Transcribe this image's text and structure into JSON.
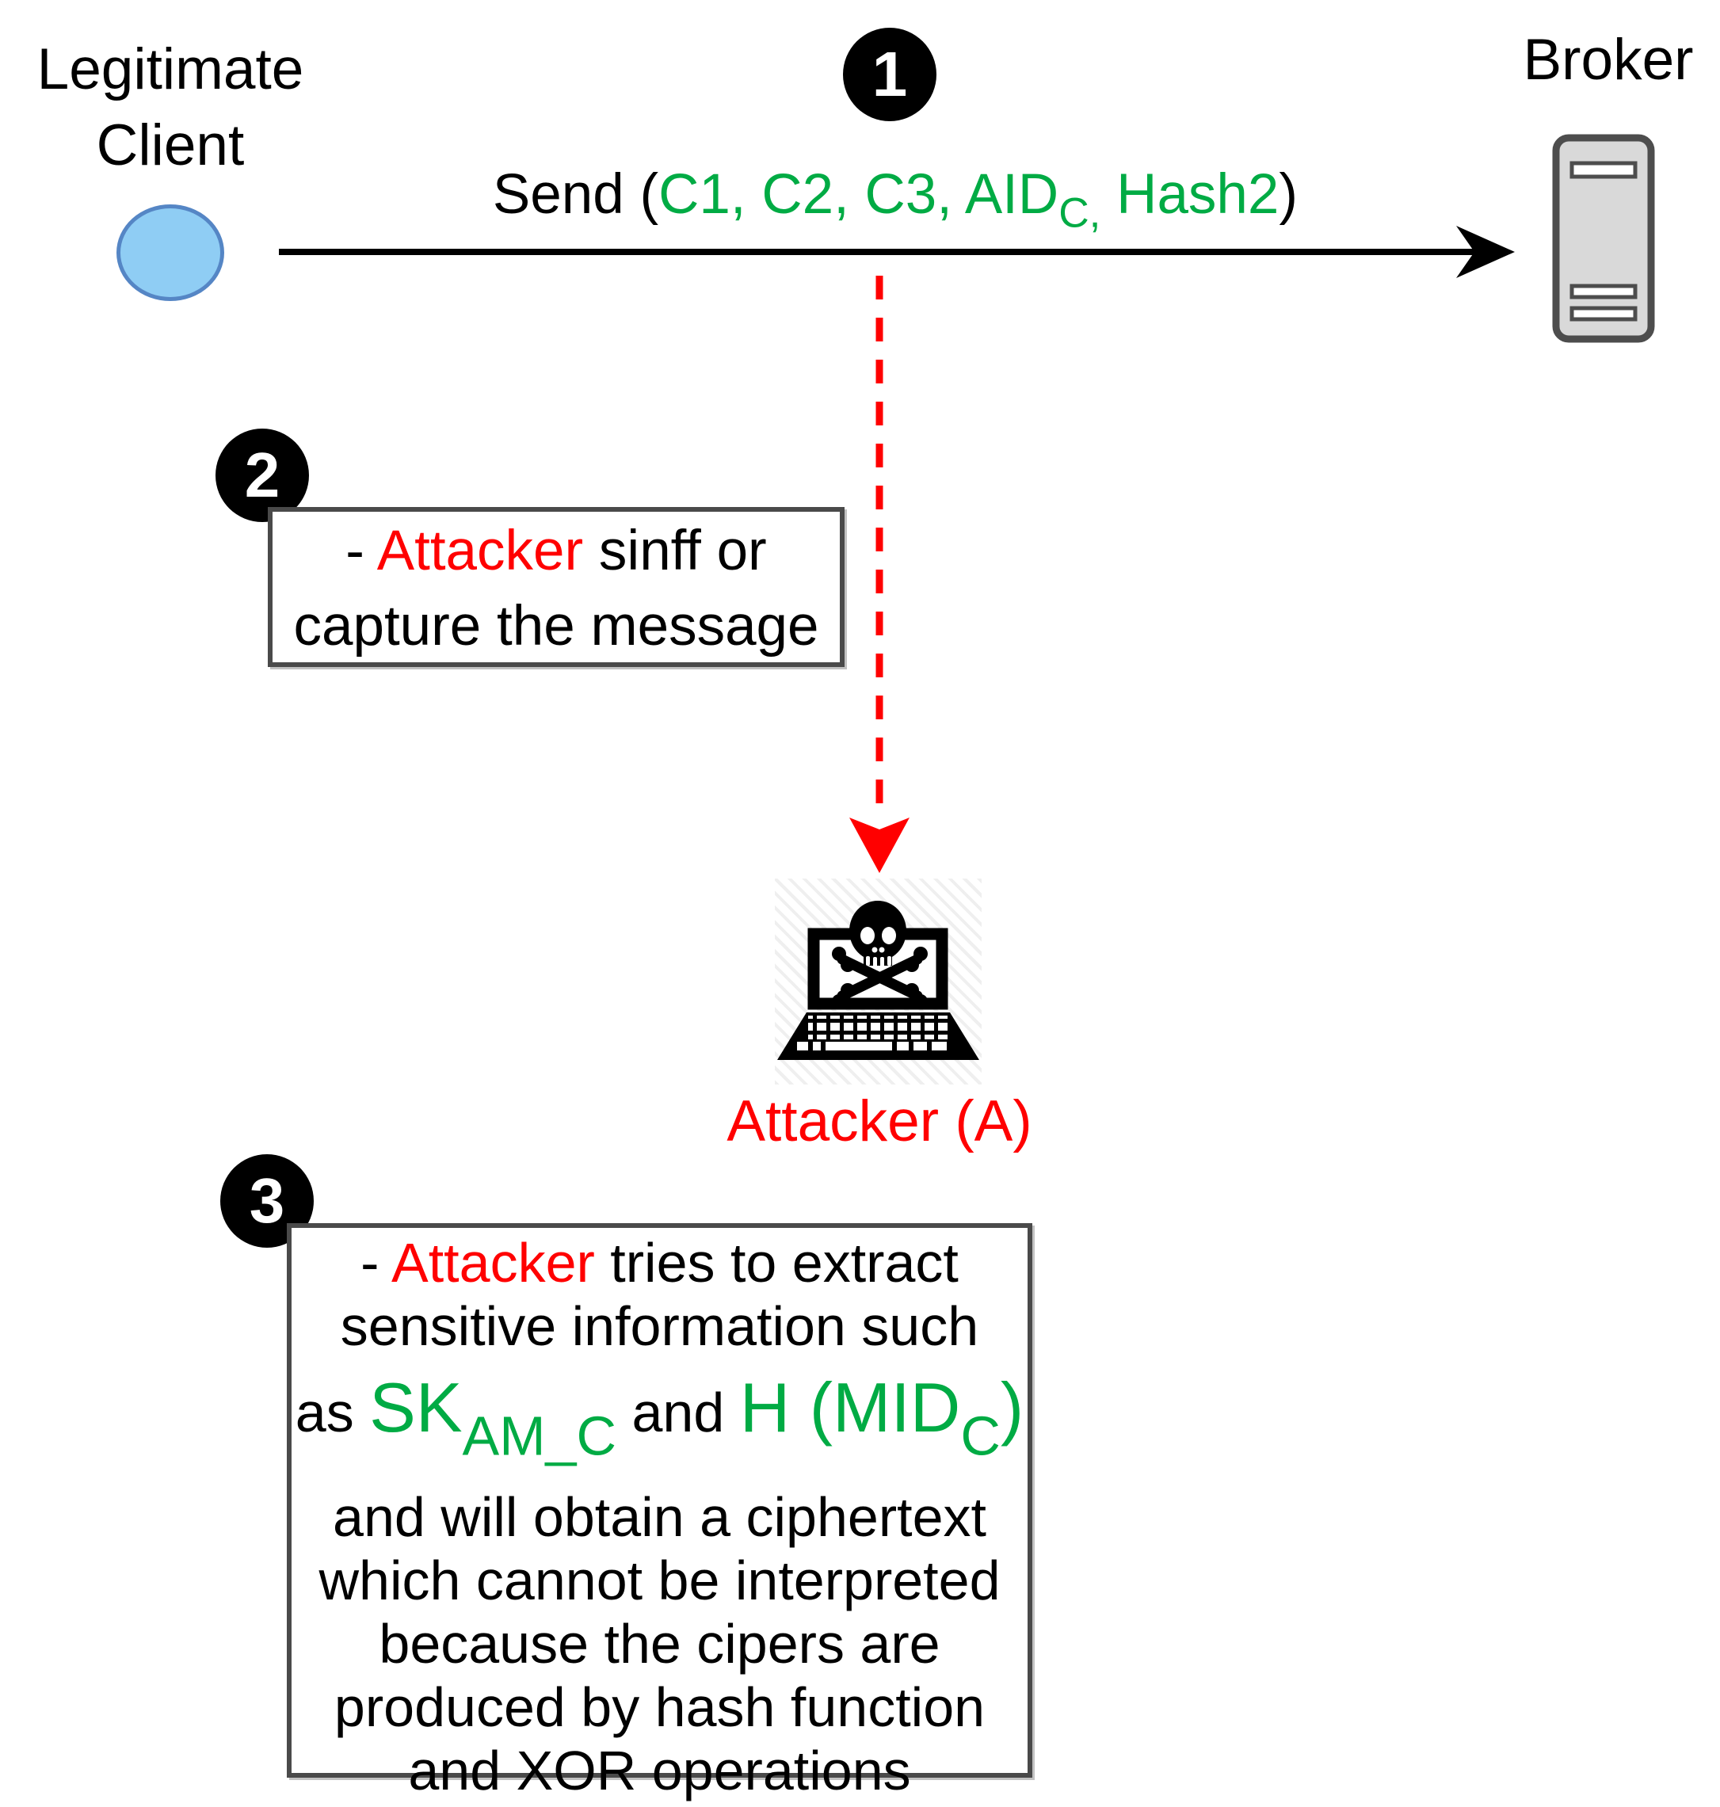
{
  "colors": {
    "green": "#00AB44",
    "red": "#FF0000",
    "blue_fill": "#8FCDF4",
    "blue_stroke": "#5586C5",
    "server_fill": "#D9D9D9",
    "server_stroke": "#4D4D4D",
    "box_border": "#4A4A4A",
    "badge_bg": "#000000",
    "badge_text": "#FFFFFF",
    "text": "#000000"
  },
  "client": {
    "label_line1": "Legitimate",
    "label_line2": "Client"
  },
  "broker": {
    "label": "Broker"
  },
  "step1": {
    "badge": "1",
    "message": {
      "prefix": "Send (",
      "green_main": "C1, C2, C3, AID",
      "subscript": "C,",
      "green_tail": " Hash2",
      "suffix": ")"
    }
  },
  "step2": {
    "badge": "2",
    "note": {
      "dash": "- ",
      "highlight": "Attacker",
      "line1_rest": " sinff or",
      "line2": "capture the message"
    }
  },
  "attacker": {
    "label": "Attacker (A)"
  },
  "step3": {
    "badge": "3",
    "note": {
      "line1": {
        "dash": "- ",
        "highlight": "Attacker",
        "rest": " tries to extract"
      },
      "line2": "sensitive information such",
      "line3": {
        "black1": "as ",
        "green1": "SK",
        "sub1": "AM_C",
        "black2": " and ",
        "green2": "H (MID",
        "sub2": "C",
        "green3": ")"
      },
      "line4": "and will obtain a ciphertext",
      "line5": "which cannot be interpreted",
      "line6": "because the cipers are",
      "line7": "produced by hash function",
      "line8": "and XOR operations"
    }
  },
  "icons": {
    "client_icon": "client-circle",
    "broker_icon": "server-icon",
    "attacker_icon": "skull-laptop-icon",
    "send_arrow": "arrow-right-icon",
    "intercept_arrow": "dashed-arrow-down-icon"
  }
}
